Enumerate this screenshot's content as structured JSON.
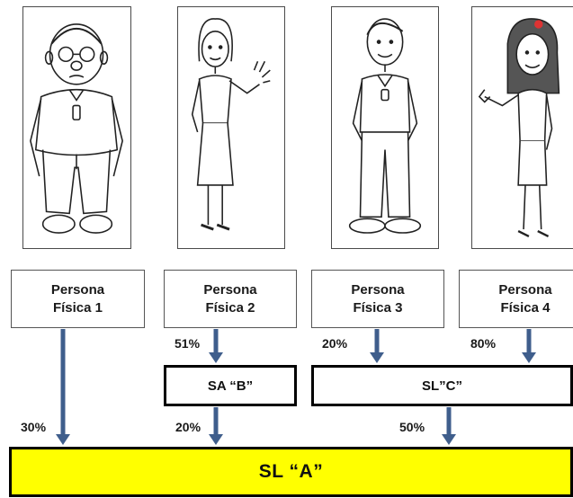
{
  "persons": [
    {
      "line1": "Persona",
      "line2": "Física 1"
    },
    {
      "line1": "Persona",
      "line2": "Física 2"
    },
    {
      "line1": "Persona",
      "line2": "Física 3"
    },
    {
      "line1": "Persona",
      "line2": "Física 4"
    }
  ],
  "companies": {
    "b": "SA “B”",
    "c": "SL”C”",
    "a": "SL “A”"
  },
  "percentages": {
    "p2_to_b": "51%",
    "p3_to_c": "20%",
    "p4_to_c": "80%",
    "p1_to_a": "30%",
    "b_to_a": "20%",
    "c_to_a": "50%"
  },
  "colors": {
    "arrow": "#3f5e8c",
    "main_fill": "#ffff00"
  }
}
